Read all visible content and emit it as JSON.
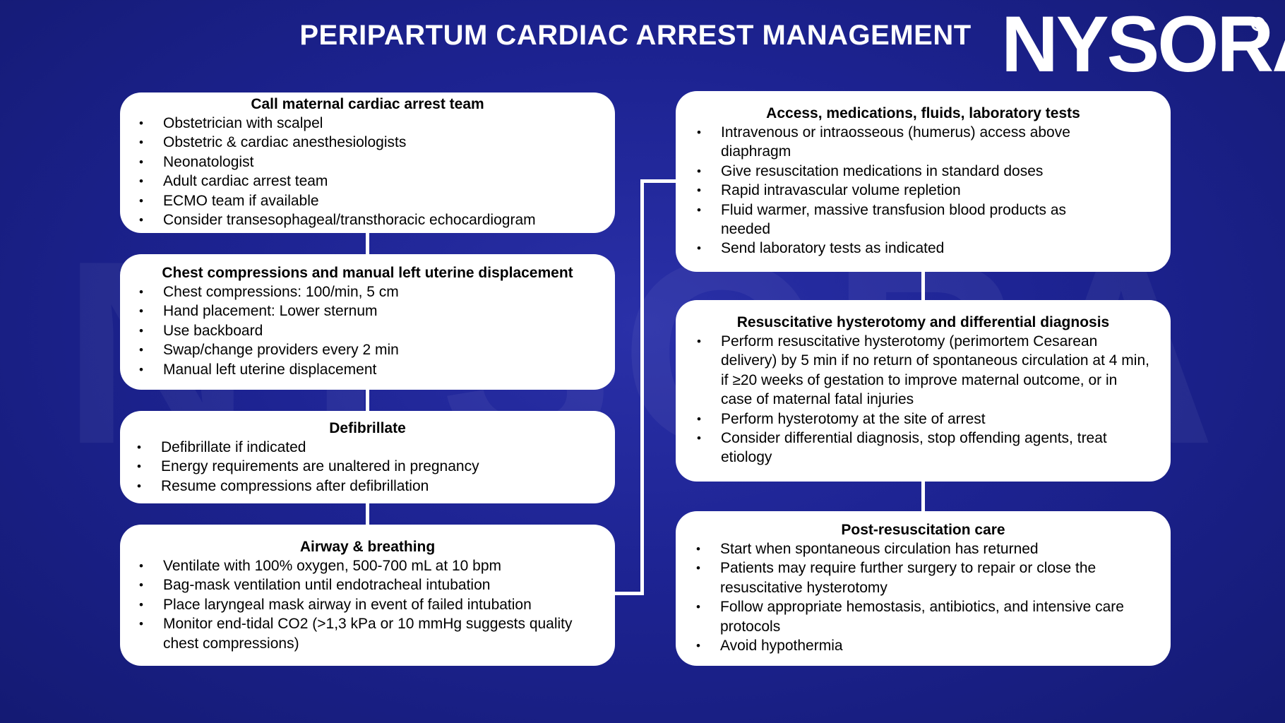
{
  "header": {
    "title": "PERIPARTUM CARDIAC ARREST MANAGEMENT",
    "logo": "NYSORA",
    "logo_mark": "R",
    "watermark": "NYSORA"
  },
  "left_column": [
    {
      "title": "Call maternal cardiac arrest team",
      "items": [
        "Obstetrician with scalpel",
        "Obstetric & cardiac anesthesiologists",
        "Neonatologist",
        "Adult cardiac arrest team",
        "ECMO team if available",
        "Consider transesophageal/transthoracic echocardiogram"
      ]
    },
    {
      "title": "Chest compressions and manual left uterine displacement",
      "items": [
        "Chest compressions: 100/min, 5 cm",
        "Hand placement: Lower sternum",
        "Use backboard",
        "Swap/change providers every 2 min",
        "Manual left uterine displacement"
      ]
    },
    {
      "title": "Defibrillate",
      "items": [
        "Defibrillate if indicated",
        "Energy requirements are unaltered in pregnancy",
        "Resume compressions after defibrillation"
      ]
    },
    {
      "title": "Airway & breathing",
      "items": [
        "Ventilate with 100% oxygen, 500-700 mL at 10 bpm",
        "Bag-mask ventilation until endotracheal intubation",
        "Place laryngeal mask airway in event of failed intubation",
        "Monitor end-tidal CO2 (>1,3 kPa or 10 mmHg suggests quality chest compressions)"
      ]
    }
  ],
  "right_column": [
    {
      "title": "Access, medications, fluids, laboratory tests",
      "items": [
        "Intravenous or intraosseous (humerus) access above diaphragm",
        "Give resuscitation medications in standard doses",
        "Rapid intravascular volume repletion",
        "Fluid warmer, massive transfusion blood products as needed",
        "Send laboratory tests as indicated"
      ]
    },
    {
      "title": "Resuscitative hysterotomy and differential diagnosis",
      "items": [
        "Perform resuscitative hysterotomy (perimortem Cesarean delivery) by 5 min if no return of spontaneous circulation at 4 min, if ≥20 weeks of gestation to improve maternal outcome, or in case of maternal fatal injuries",
        "Perform hysterotomy at the site of arrest",
        "Consider differential diagnosis, stop offending agents, treat etiology"
      ]
    },
    {
      "title": "Post-resuscitation care",
      "items": [
        "Start when spontaneous circulation has returned",
        "Patients may require further surgery to repair or close the resuscitative hysterotomy",
        "Follow appropriate hemostasis, antibiotics, and intensive care protocols",
        "Avoid hypothermia"
      ]
    }
  ]
}
